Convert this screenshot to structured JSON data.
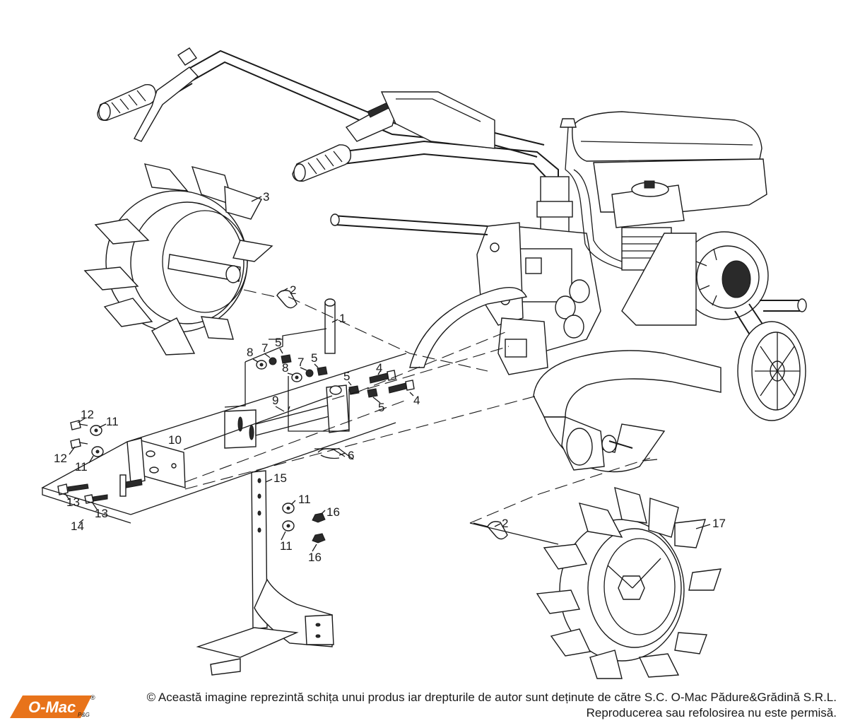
{
  "parts": {
    "p1": "1",
    "p2a": "2",
    "p2b": "2",
    "p3": "3",
    "p4a": "4",
    "p4b": "4",
    "p5a": "5",
    "p5b": "5",
    "p5c": "5",
    "p5d": "5",
    "p6": "6",
    "p7a": "7",
    "p7b": "7",
    "p8a": "8",
    "p8b": "8",
    "p9": "9",
    "p10": "10",
    "p11a": "11",
    "p11b": "11",
    "p11c": "11",
    "p11d": "11",
    "p12a": "12",
    "p12b": "12",
    "p13a": "13",
    "p13b": "13",
    "p14": "14",
    "p15": "15",
    "p16a": "16",
    "p16b": "16",
    "p17": "17"
  },
  "logo": {
    "brand": "O-Mac",
    "suffix": "P&G",
    "registered": "®",
    "color": "#e8731a"
  },
  "footer": {
    "line1": "© Această imagine reprezintă schița unui produs iar drepturile de autor sunt deținute de către S.C. O-Mac Pădure&Grădină S.R.L.",
    "line2": "Reproducerea sau refolosirea nu este permisă."
  }
}
